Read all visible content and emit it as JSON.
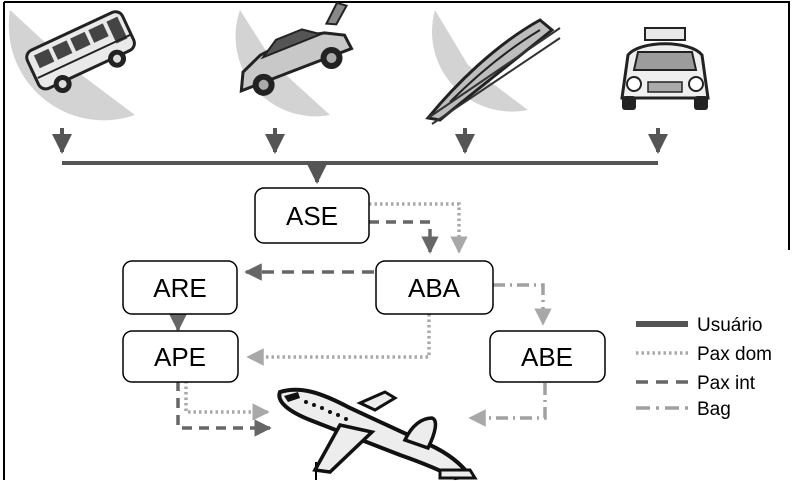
{
  "nodes": {
    "ase": "ASE",
    "are": "ARE",
    "aba": "ABA",
    "ape": "APE",
    "abe": "ABE"
  },
  "legend": {
    "usuario": "Usuário",
    "pax_dom": "Pax dom",
    "pax_int": "Pax int",
    "bag": "Bag"
  },
  "colors": {
    "usuario": "#555555",
    "pax_dom": "#a8a8a8",
    "pax_int": "#666666",
    "bag": "#a0a0a0",
    "wedge": "#d3d3d3"
  },
  "icons": [
    "bus-icon",
    "car-icon",
    "train-icon",
    "taxi-icon",
    "airplane-icon"
  ]
}
